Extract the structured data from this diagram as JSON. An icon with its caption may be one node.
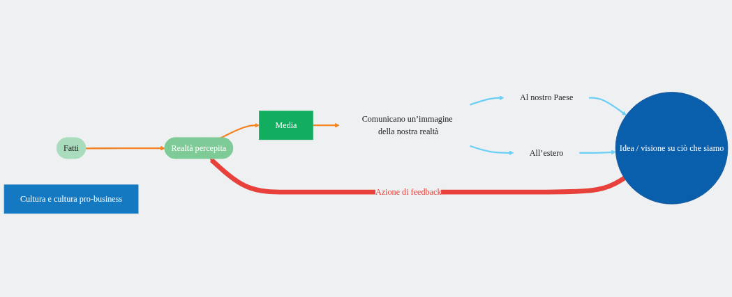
{
  "diagram": {
    "nodes": [
      {
        "text": [
          "Fatti"
        ]
      },
      {
        "text": [
          "Realtà percepita"
        ]
      },
      {
        "text": [
          "Media"
        ]
      },
      {
        "text": [
          "Comunicano un’immagine della nostra realtà"
        ]
      },
      {
        "text": [
          "Al nostro Paese"
        ]
      },
      {
        "text": [
          "All’estero"
        ]
      },
      {
        "text": [
          "Idea / visione su ciò che siamo"
        ]
      },
      {
        "text": [
          "Cultura e cultura pro-business"
        ]
      }
    ],
    "edges": [
      {
        "from": 0,
        "to": 1,
        "arrow": "to",
        "color": "#f58220"
      },
      {
        "from": 1,
        "to": 2,
        "arrow": "to",
        "color": "#f58220"
      },
      {
        "from": 2,
        "to": 3,
        "arrow": "to",
        "color": "#f58220"
      },
      {
        "from": 3,
        "to": 4,
        "arrow": "to"
      },
      {
        "from": 3,
        "to": 5,
        "arrow": "to"
      },
      {
        "from": 4,
        "to": 6,
        "arrow": "to"
      },
      {
        "from": 5,
        "to": 6,
        "arrow": "to"
      },
      {
        "from": 6,
        "to": 1,
        "arrow": "to",
        "style": "thick",
        "color": "#e8403a",
        "label": "Azione di feedback"
      }
    ]
  }
}
